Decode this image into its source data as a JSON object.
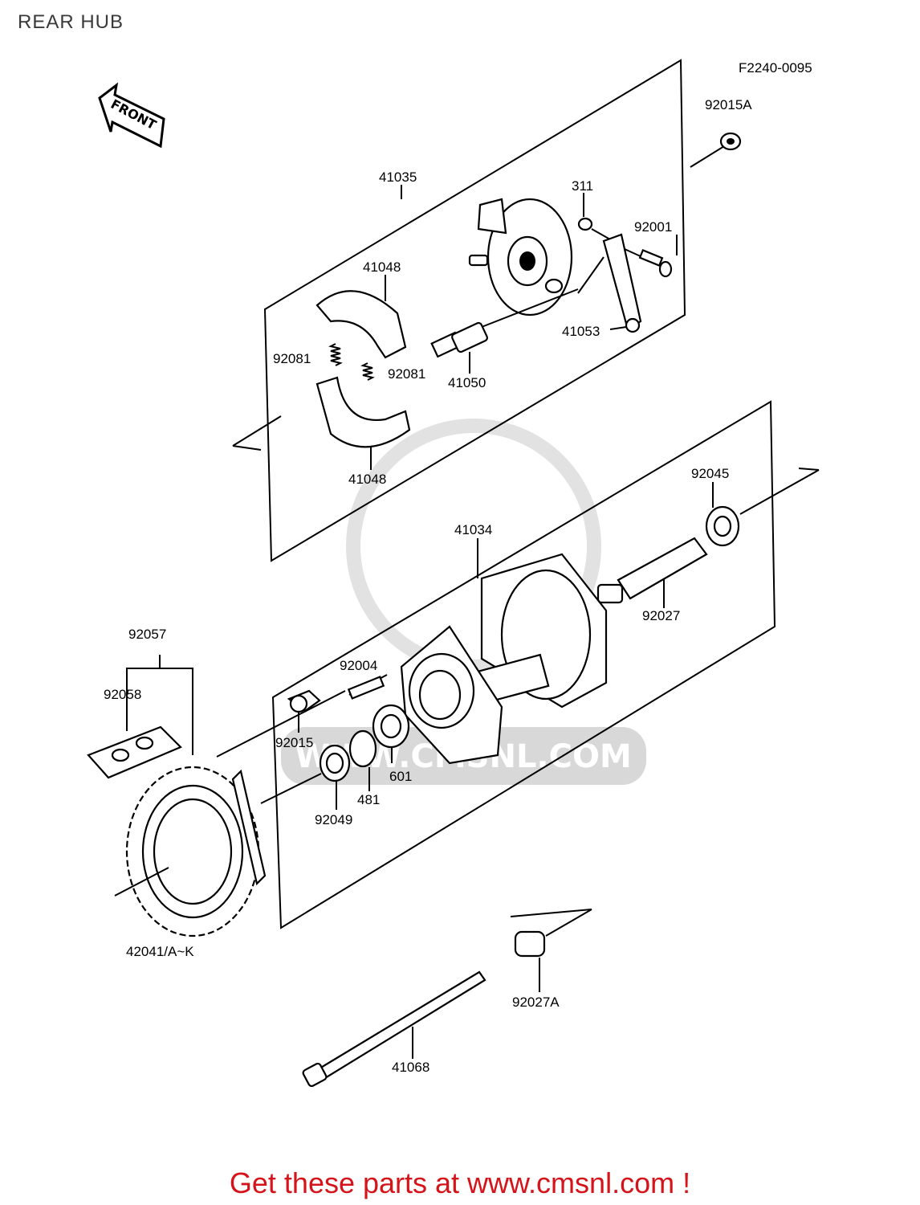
{
  "title": "REAR HUB",
  "diagram_code": "F2240-0095",
  "front_arrow": "FRONT",
  "watermark": "WWW.CMSNL.COM",
  "labels": {
    "p92015A": "92015A",
    "p41035": "41035",
    "p311": "311",
    "p92001": "92001",
    "p41048a": "41048",
    "p41053": "41053",
    "p92081a": "92081",
    "p92081b": "92081",
    "p41050": "41050",
    "p41048b": "41048",
    "p92045": "92045",
    "p41034": "41034",
    "p92027": "92027",
    "p92057": "92057",
    "p92004": "92004",
    "p92058": "92058",
    "p92015": "92015",
    "p601": "601",
    "p481": "481",
    "p92049": "92049",
    "p42041": "42041/A~K",
    "p92027A": "92027A",
    "p41068": "41068"
  },
  "footer": "Get these parts at www.cmsnl.com !"
}
